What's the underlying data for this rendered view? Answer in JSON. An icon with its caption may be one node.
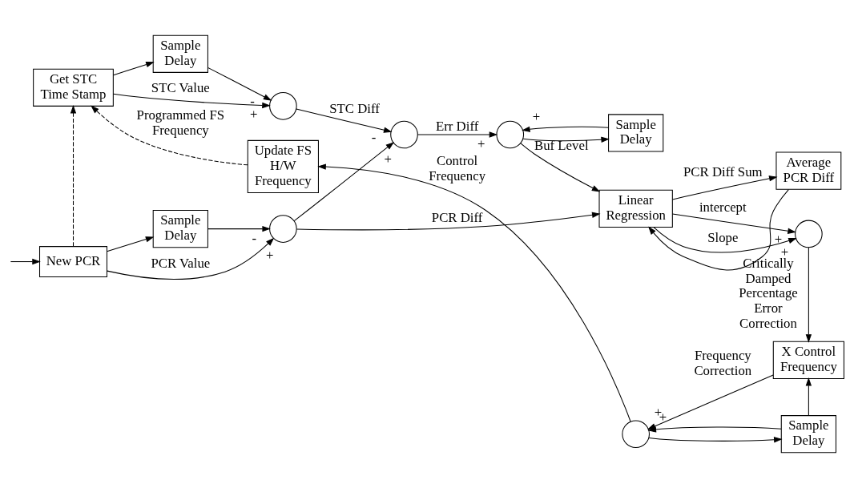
{
  "diagram": {
    "nodes": [
      {
        "text": [
          "New PCR"
        ]
      },
      {
        "text": [
          "Get STC Time Stamp"
        ]
      },
      {
        "text": [],
        "shape": "circle"
      },
      {
        "text": [
          "Sample Delay"
        ]
      },
      {
        "text": [],
        "shape": "circle"
      },
      {
        "text": [
          "Sample Delay"
        ]
      },
      {
        "text": [],
        "shape": "circle"
      },
      {
        "text": [],
        "shape": "circle"
      },
      {
        "text": [
          "Sample Delay"
        ]
      },
      {
        "text": [
          "Linear Regression"
        ]
      },
      {
        "text": [
          "Average PCR Diff"
        ]
      },
      {
        "text": [],
        "shape": "circle"
      },
      {
        "text": [
          "X Control Frequency"
        ]
      },
      {
        "text": [],
        "shape": "circle"
      },
      {
        "text": [
          "Sample Delay"
        ]
      },
      {
        "text": [
          "Update FS H/W Frequency"
        ]
      }
    ],
    "edges": [
      {
        "from": null,
        "to": 0,
        "arrow": "to"
      },
      {
        "from": 0,
        "to": 2,
        "arrow": "to",
        "label": "PCR Value"
      },
      {
        "from": 0,
        "to": 3,
        "arrow": "to"
      },
      {
        "from": 3,
        "to": 2,
        "arrow": "to"
      },
      {
        "from": 0,
        "to": 1,
        "arrow": "to",
        "style": "dashed"
      },
      {
        "from": 1,
        "to": 4,
        "arrow": "to",
        "label": "STC Value"
      },
      {
        "from": 1,
        "to": 5,
        "arrow": "to"
      },
      {
        "from": 5,
        "to": 4,
        "arrow": "to"
      },
      {
        "from": 2,
        "to": 9,
        "arrow": "to",
        "label": "PCR Diff"
      },
      {
        "from": 2,
        "to": 6,
        "arrow": "to"
      },
      {
        "from": 4,
        "to": 6,
        "arrow": "to",
        "label": "STC Diff"
      },
      {
        "from": 6,
        "to": 7,
        "arrow": "to",
        "label": "Err Diff"
      },
      {
        "from": 7,
        "to": 9,
        "arrow": "to",
        "label": "Buf Level"
      },
      {
        "from": 7,
        "to": 8,
        "arrow": "to"
      },
      {
        "from": 8,
        "to": 7,
        "arrow": "to"
      },
      {
        "from": 9,
        "to": 10,
        "arrow": "to",
        "label": "PCR Diff Sum"
      },
      {
        "from": 10,
        "to": 9,
        "arrow": "to"
      },
      {
        "from": 9,
        "to": 11,
        "arrow": "to",
        "label": "intercept"
      },
      {
        "from": 9,
        "to": 11,
        "arrow": "to",
        "label": "Slope"
      },
      {
        "from": 11,
        "to": 12,
        "arrow": "to",
        "label": "Critically Damped Percentage Error Correction"
      },
      {
        "from": 12,
        "to": 13,
        "arrow": "to",
        "label": "Frequency Correction"
      },
      {
        "from": 13,
        "to": 15,
        "arrow": "to",
        "label": "Control Frequency"
      },
      {
        "from": 13,
        "to": 14,
        "arrow": "to"
      },
      {
        "from": 14,
        "to": 13,
        "arrow": "to"
      },
      {
        "from": 14,
        "to": 12,
        "arrow": "to"
      },
      {
        "from": 15,
        "to": 1,
        "arrow": "to",
        "style": "dashed",
        "label": "Programmed FS Frequency"
      }
    ],
    "labels": [
      "+",
      "-",
      "+",
      "-",
      "+",
      "+",
      "+",
      "-",
      "+",
      "+",
      "+",
      "+"
    ]
  }
}
